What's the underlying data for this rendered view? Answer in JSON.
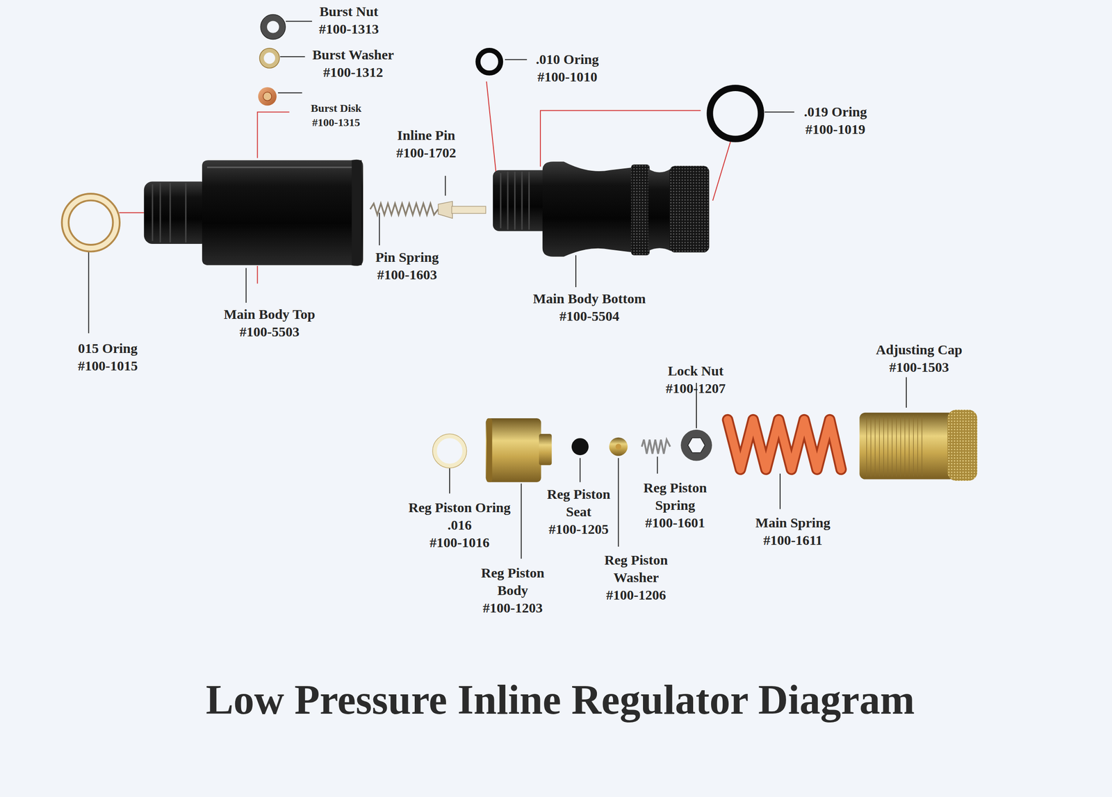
{
  "diagram": {
    "title": "Low Pressure Inline Regulator Diagram",
    "labels": [
      "Burst Nut #100-1313",
      "Burst Washer #100-1312",
      ".010 Oring #100-1010",
      "Burst Disk #100-1315",
      ".019 Oring #100-1019",
      "Inline Pin #100-1702",
      "Pin Spring #100-1603",
      "Main Body Bottom #100-5504",
      "Main Body Top #100-5503",
      "015 Oring #100-1015",
      "Adjusting Cap #100-1503",
      "Lock Nut #100-1207",
      "Reg Piston Seat #100-1205",
      "Reg Piston Spring #100-1601",
      "Reg Piston Oring .016 #100-1016",
      "Main Spring #100-1611",
      "Reg Piston Washer #100-1206",
      "Reg Piston Body #100-1203"
    ]
  }
}
